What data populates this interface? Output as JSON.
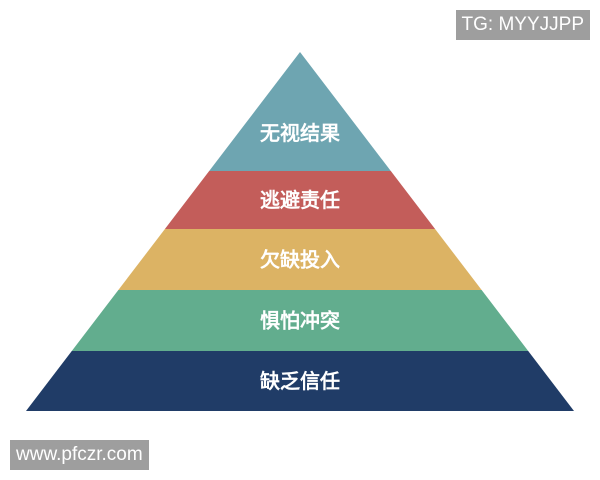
{
  "pyramid": {
    "layers": [
      {
        "label": "无视结果",
        "color": "#6ea5b1"
      },
      {
        "label": "逃避责任",
        "color": "#c35d5a"
      },
      {
        "label": "欠缺投入",
        "color": "#dcb364"
      },
      {
        "label": "惧怕冲突",
        "color": "#62ad8e"
      },
      {
        "label": "缺乏信任",
        "color": "#203c67"
      }
    ]
  },
  "watermarks": {
    "top_right": "TG: MYYJJPP",
    "bottom_left": "www.pfczr.com"
  }
}
